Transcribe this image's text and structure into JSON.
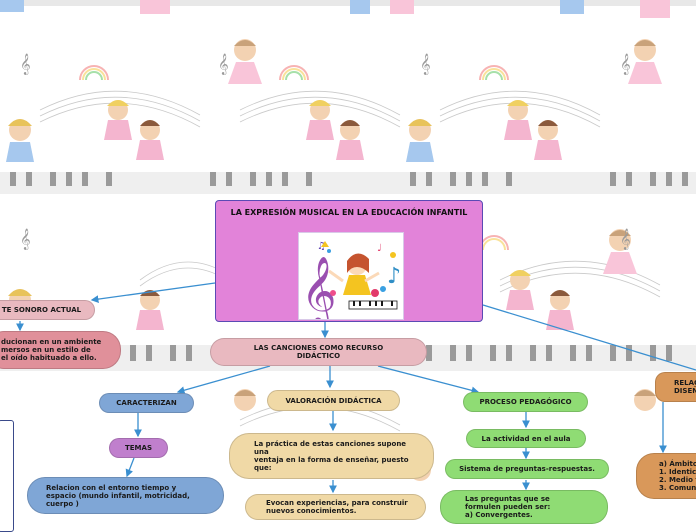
{
  "main": {
    "title": "LA EXPRESIÓN MUSICAL EN LA EDUCACIÓN INFANTIL"
  },
  "nodes": {
    "ambiente": "TE SONORO ACTUAL",
    "ambiente_desc": "ducionan en un ambiente\nmersos en un estilo de\nel oído habituado a ello.",
    "canciones": "LAS CANCIONES COMO RECURSO\nDIDÁCTICO",
    "caracterizan": "CARACTERIZAN",
    "temas": "TEMAS",
    "temas_desc": "Relacion con el entorno tiempo y\nespacio (mundo infantil, motricidad,\ncuerpo )",
    "valoracion": "VALORACIÓN DIDÁCTICA",
    "valoracion_desc1": "La práctica de estas canciones  supone\nuna\nventaja en la forma de enseñar, puesto\nque:",
    "valoracion_desc2": "Evocan experiencias, para construir\nnuevos conocimientos.",
    "proceso": "PROCESO PEDAGÓGICO",
    "actividad": "La actividad en el aula",
    "sistema": "Sistema de preguntas-respuestas.",
    "preguntas": "Las preguntas que se\nformulen pueden ser:\na) Convergentes.",
    "relacion": "RELAC\nDISEÑ",
    "ambitos": "a) Ámbito\n1. Identic\n2. Medio f\n3. Comun"
  },
  "colors": {
    "main": "#e283d9",
    "pink": "#e9b9c0",
    "salmon": "#e0909a",
    "blue": "#7fa6d6",
    "purple": "#c07fcd",
    "beige": "#f0d9a6",
    "green": "#8fdc74",
    "orange": "#d9985a",
    "line": "#3a8fd0"
  }
}
